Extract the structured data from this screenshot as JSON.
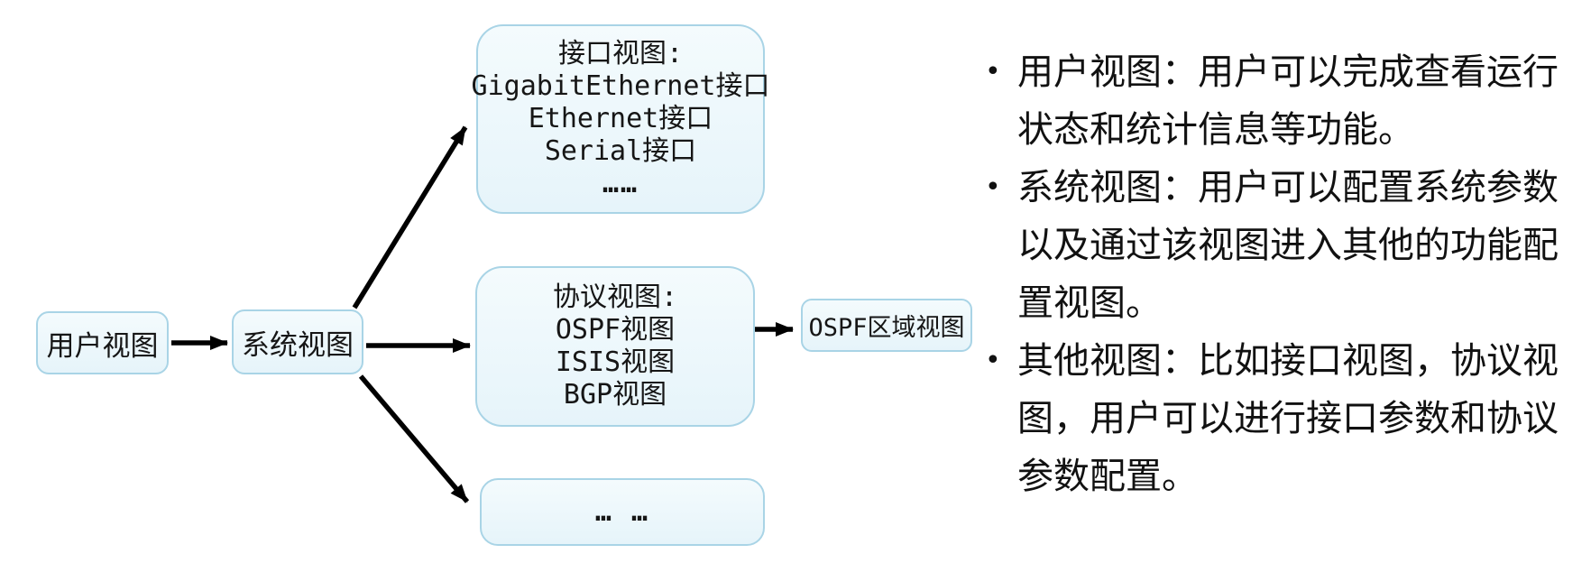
{
  "diagram": {
    "nodes": {
      "user_view": {
        "label": "用户视图"
      },
      "system_view": {
        "label": "系统视图"
      },
      "interface_view": {
        "title": "接口视图:",
        "lines": [
          "GigabitEthernet接口",
          "Ethernet接口",
          "Serial接口",
          "……"
        ]
      },
      "protocol_view": {
        "title": "协议视图:",
        "lines": [
          "OSPF视图",
          "ISIS视图",
          "BGP视图"
        ]
      },
      "ospf_area_view": {
        "label": "OSPF区域视图"
      },
      "other_views": {
        "label": "… …"
      }
    },
    "colors": {
      "box_fill": "#e6f4fa",
      "box_border": "#a9d4e6",
      "arrow": "#000000",
      "text": "#161616"
    }
  },
  "notes": {
    "bullet": "•",
    "items": [
      {
        "text": "用户视图：用户可以完成查看运行状态和统计信息等功能。"
      },
      {
        "text": "系统视图：用户可以配置系统参数以及通过该视图进入其他的功能配置视图。"
      },
      {
        "text": "其他视图：比如接口视图，协议视图，用户可以进行接口参数和协议参数配置。"
      }
    ]
  }
}
